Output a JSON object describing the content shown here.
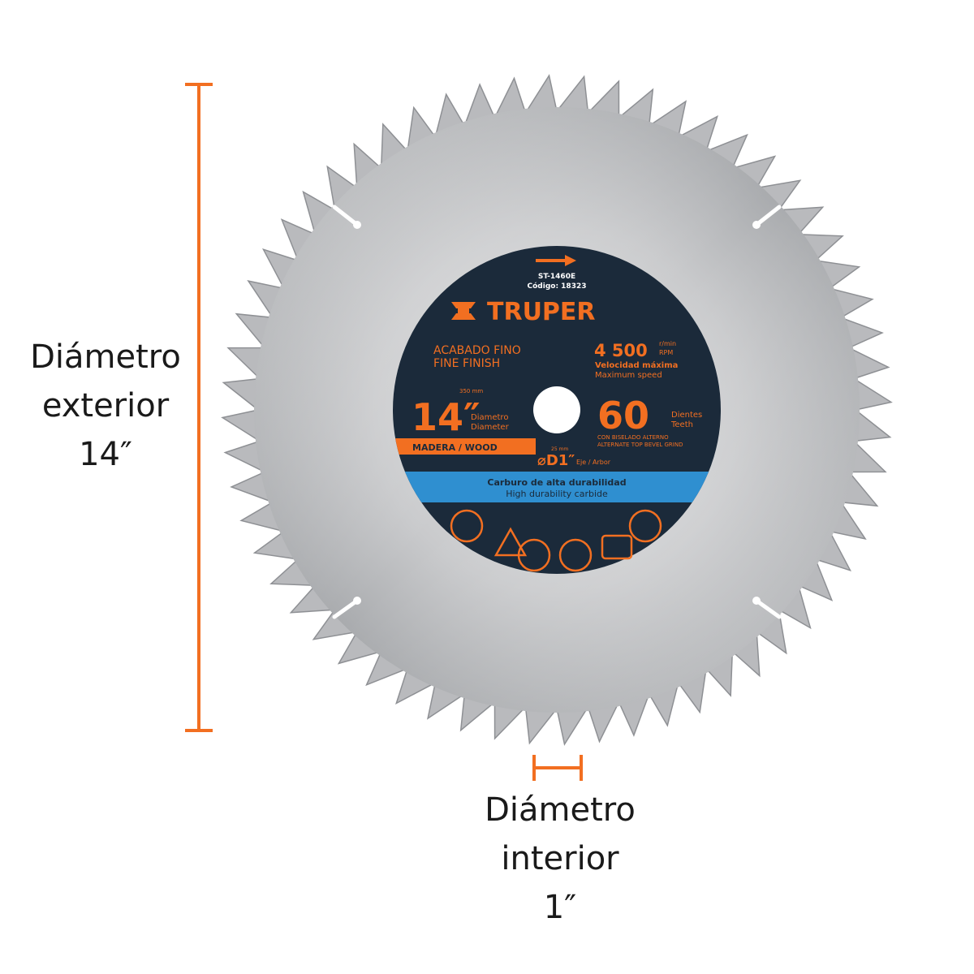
{
  "outer_diameter": {
    "line1": "Diámetro",
    "line2": "exterior",
    "line3": "14″"
  },
  "inner_diameter": {
    "line1": "Diámetro",
    "line2": "interior",
    "line3": "1″"
  },
  "blade": {
    "teeth": 60,
    "model": "ST-1460E",
    "code": "Código: 18323",
    "brand": "TRUPER",
    "finish_es": "ACABADO FINO",
    "finish_en": "FINE FINISH",
    "speed_value": "4 500",
    "speed_unit_top": "r/min",
    "speed_unit_bottom": "RPM",
    "speed_es": "Velocidad máxima",
    "speed_en": "Maximum speed",
    "diameter_mm": "350 mm",
    "diameter_in": "14″",
    "diameter_es": "Diametro",
    "diameter_en": "Diameter",
    "teeth_value": "60",
    "teeth_es": "Dientes",
    "teeth_en": "Teeth",
    "grind_es": "CON BISELADO ALTERNO",
    "grind_en": "ALTERNATE TOP BEVEL GRIND",
    "material": "MADERA / WOOD",
    "arbor_mm": "25 mm",
    "arbor_symbol": "⌀D1″",
    "arbor_label": "Eje / Arbor",
    "carbide_es": "Carburo de alta durabilidad",
    "carbide_en": "High durability carbide"
  },
  "colors": {
    "accent": "#f26f21",
    "label_bg": "#1b2a3a",
    "band": "#2f8fd0",
    "steel": "#c8c9cb"
  }
}
